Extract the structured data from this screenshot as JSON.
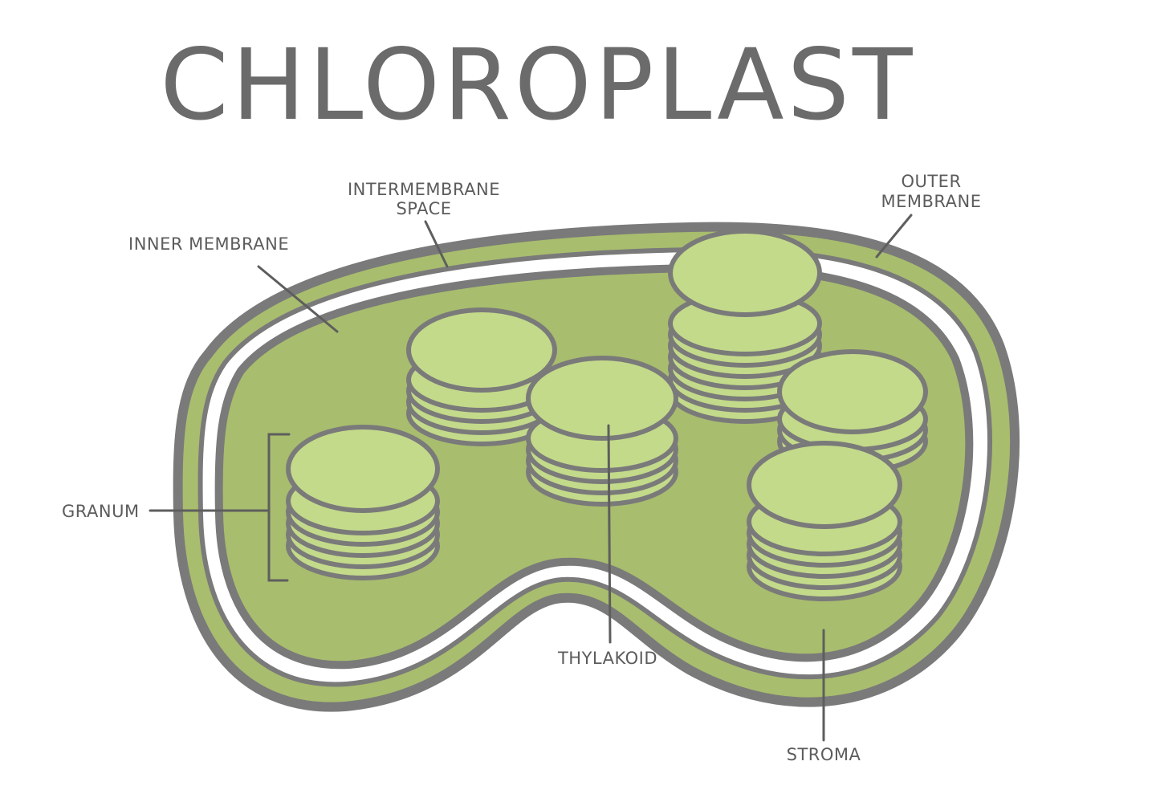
{
  "title": "CHLOROPLAST",
  "labels": {
    "intermembrane_space": [
      "INTERMEMBRANE",
      "SPACE"
    ],
    "outer_membrane": [
      "OUTER",
      "MEMBRANE"
    ],
    "inner_membrane": "INNER MEMBRANE",
    "granum": "GRANUM",
    "thylakoid": "THYLAKOID",
    "stroma": "STROMA"
  },
  "colors": {
    "membrane_outline": "#7a7a7a",
    "membrane_fill": "#a8bd6e",
    "stroma_fill": "#a8bd6e",
    "thylakoid_fill": "#c3da8a",
    "background": "#ffffff",
    "text": "#5c5c5c"
  }
}
